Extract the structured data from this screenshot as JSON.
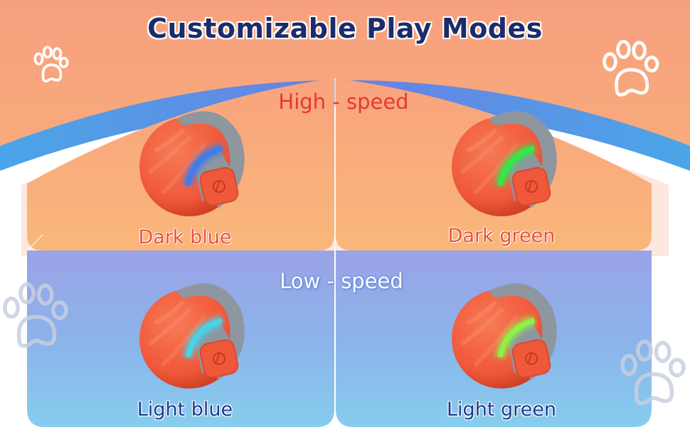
{
  "title": "Customizable Play Modes",
  "sections": {
    "high": "High - speed",
    "low": "Low - speed"
  },
  "modes": [
    {
      "label": "Dark blue",
      "glow": "#3f7de8"
    },
    {
      "label": "Dark green",
      "glow": "#34e84a"
    },
    {
      "label": "Light blue",
      "glow": "#47d3e8"
    },
    {
      "label": "Light green",
      "glow": "#8ff04a"
    }
  ],
  "colors": {
    "title": "#1c2c6b",
    "high_text": "#e53a2c",
    "top_label": "#e8503a",
    "bottom_label": "#1c3a8a",
    "ball": "#f0583a",
    "band": "#8e96a0",
    "arc": "#5b82e0"
  },
  "icons": [
    "paw-print-icon"
  ]
}
